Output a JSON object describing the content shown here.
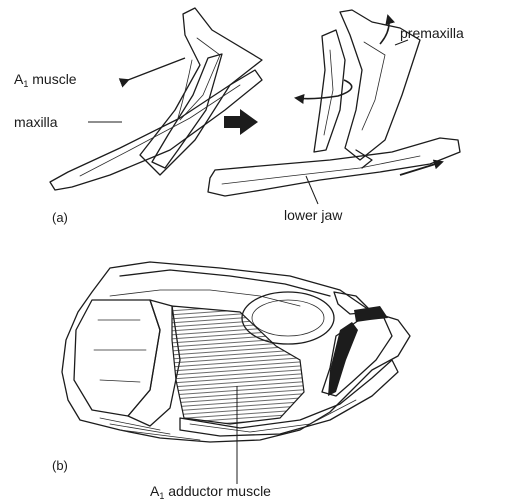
{
  "panel_a": {
    "label": "(a)",
    "labels": {
      "a1_muscle_letter": "A",
      "a1_muscle_sub": "1",
      "a1_muscle_rest": " muscle",
      "maxilla": "maxilla",
      "premaxilla": "premaxilla",
      "lower_jaw": "lower jaw"
    }
  },
  "panel_b": {
    "label": "(b)",
    "labels": {
      "adductor_letter": "A",
      "adductor_sub": "1",
      "adductor_rest": " adductor muscle"
    }
  },
  "colors": {
    "ink": "#1c1c1c",
    "background": "#ffffff"
  }
}
